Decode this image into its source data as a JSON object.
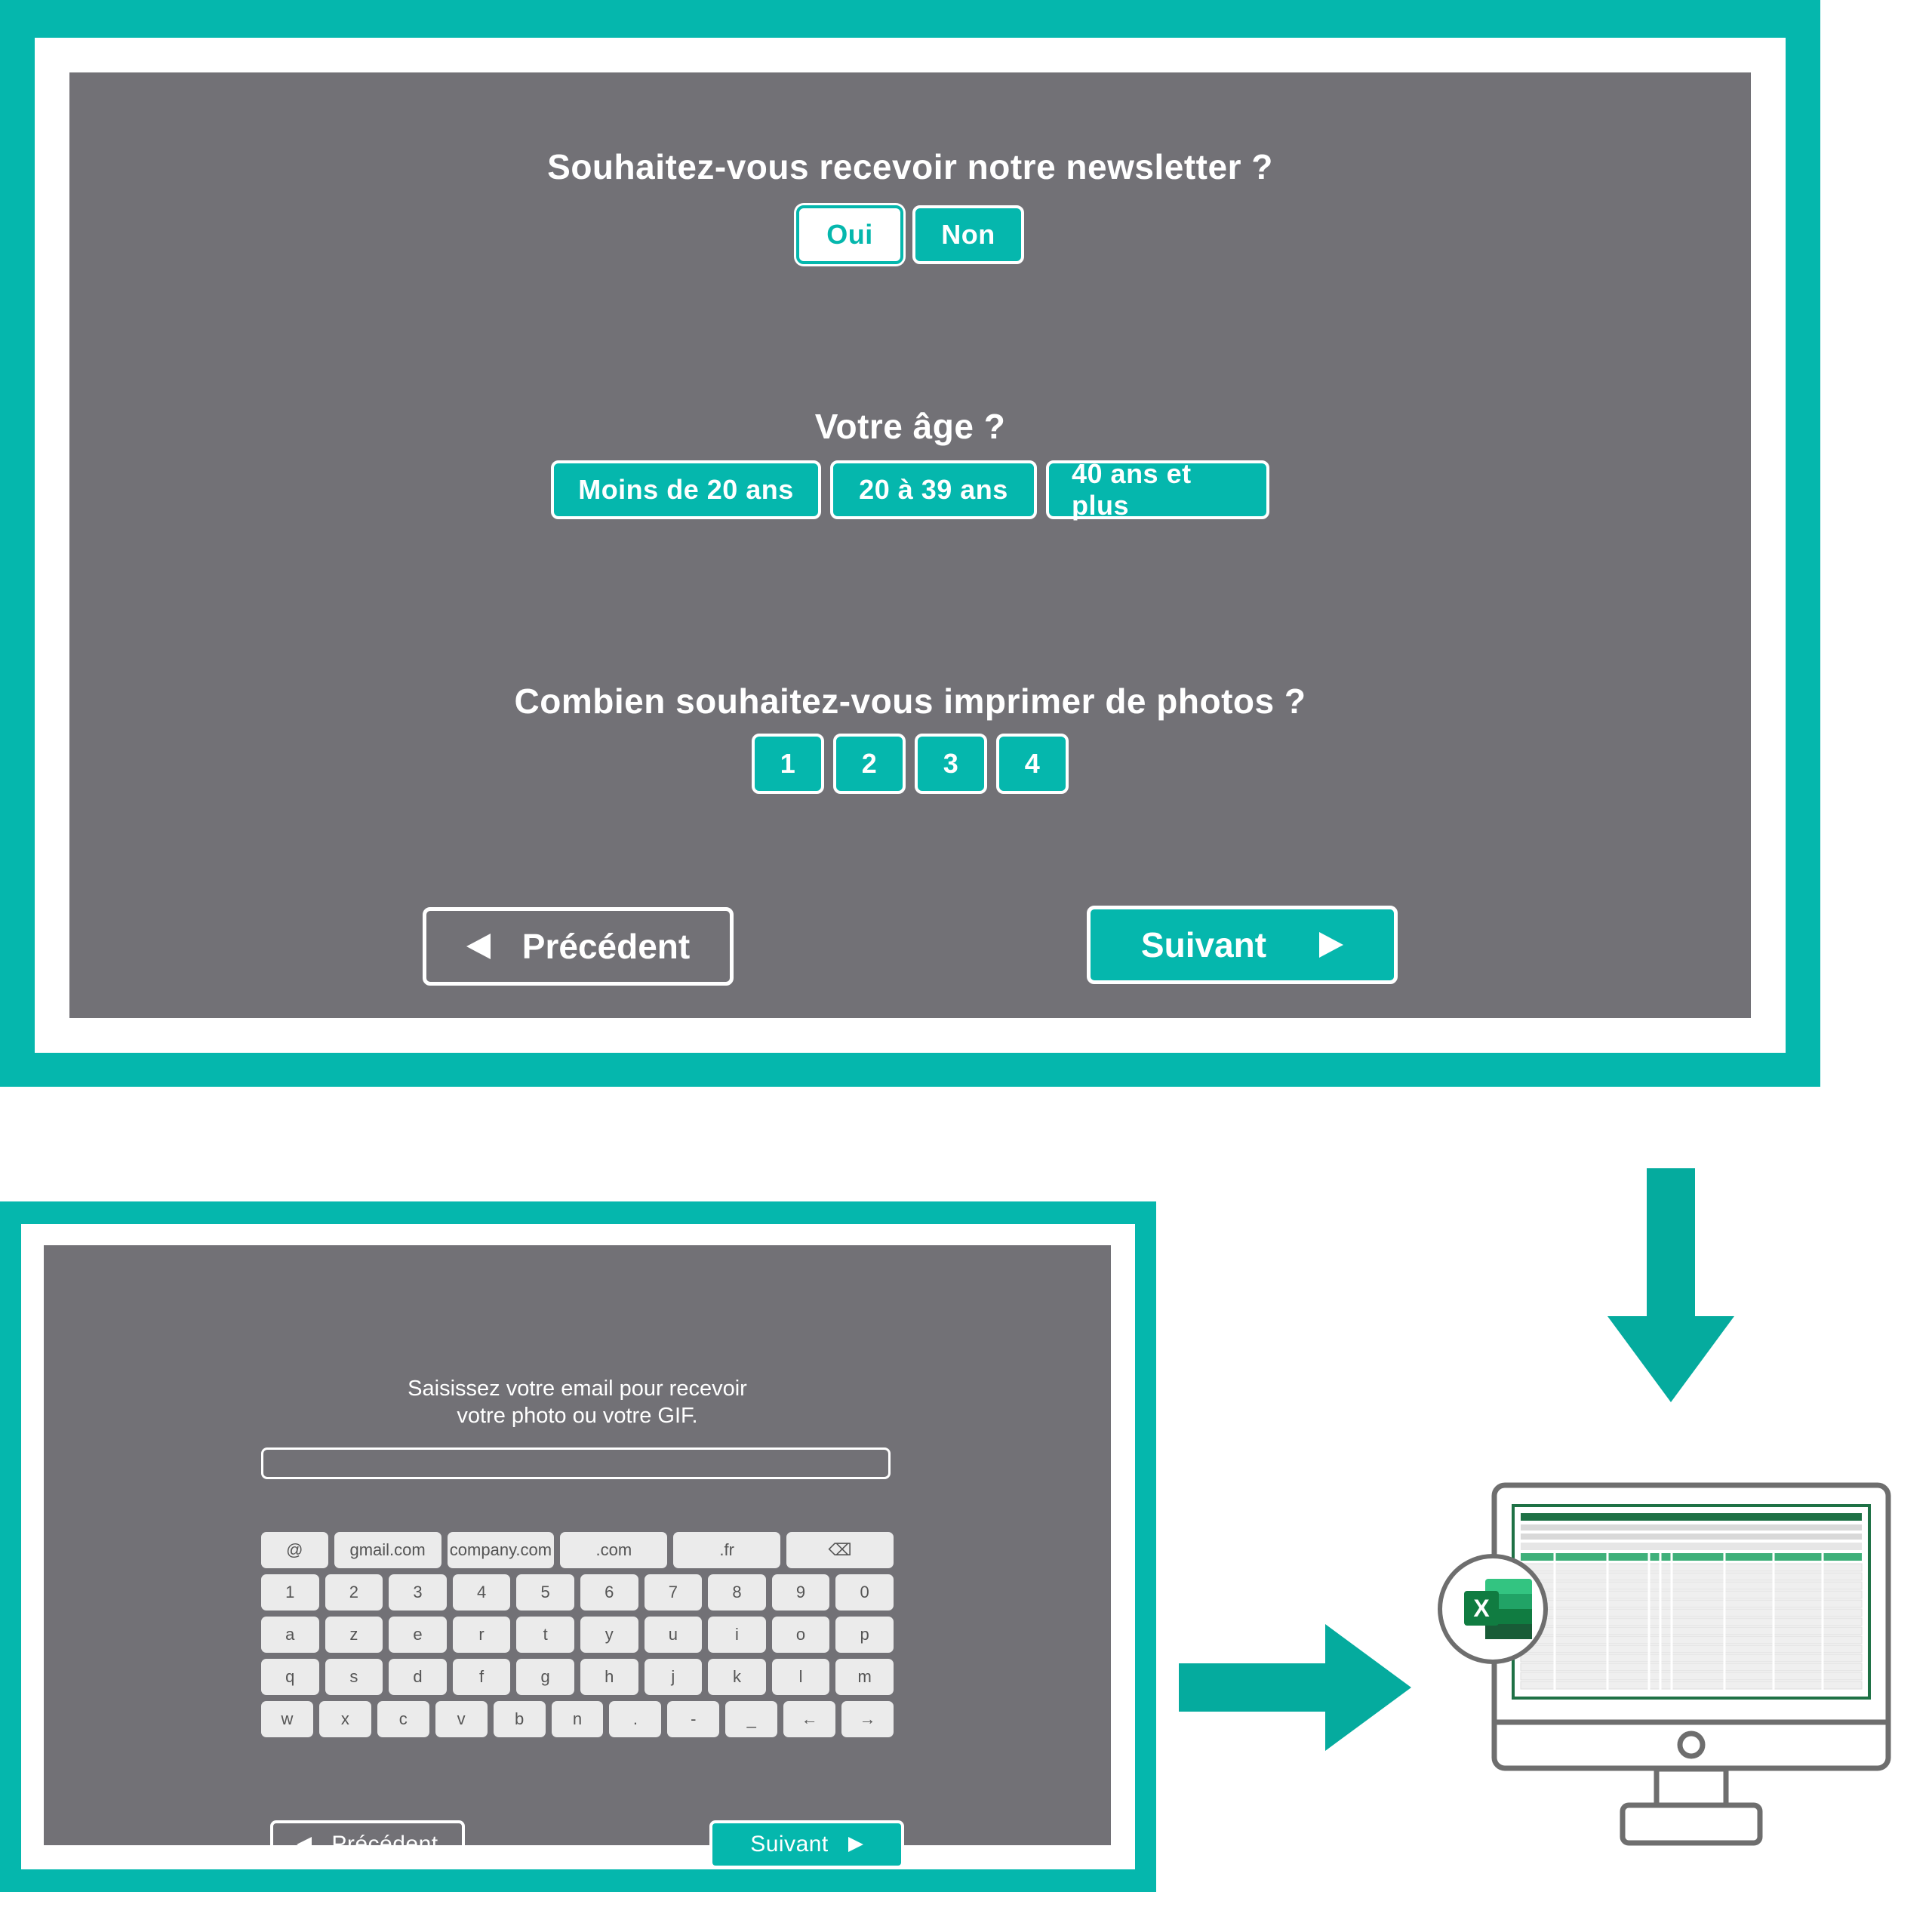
{
  "colors": {
    "accent": "#05b7ad",
    "screen": "#727176",
    "arrow": "#05ab9e",
    "excel_green": "#1e7145"
  },
  "survey": {
    "newsletter": {
      "question": "Souhaitez-vous recevoir notre newsletter ?",
      "options": [
        "Oui",
        "Non"
      ],
      "selected": "Oui"
    },
    "age": {
      "question": "Votre âge ?",
      "options": [
        "Moins de 20 ans",
        "20 à 39 ans",
        "40 ans et plus"
      ]
    },
    "photos": {
      "question": "Combien souhaitez-vous imprimer de photos ?",
      "options": [
        "1",
        "2",
        "3",
        "4"
      ]
    },
    "nav": {
      "prev": "Précédent",
      "next": "Suivant"
    }
  },
  "email_screen": {
    "label_line1": "Saisissez votre email pour recevoir",
    "label_line2": "votre photo ou votre GIF.",
    "input_value": "",
    "keyboard": {
      "row1": [
        "@",
        "gmail.com",
        "company.com",
        ".com",
        ".fr",
        "⌫"
      ],
      "row2": [
        "1",
        "2",
        "3",
        "4",
        "5",
        "6",
        "7",
        "8",
        "9",
        "0"
      ],
      "row3": [
        "a",
        "z",
        "e",
        "r",
        "t",
        "y",
        "u",
        "i",
        "o",
        "p"
      ],
      "row4": [
        "q",
        "s",
        "d",
        "f",
        "g",
        "h",
        "j",
        "k",
        "l",
        "m"
      ],
      "row5": [
        "w",
        "x",
        "c",
        "v",
        "b",
        "n",
        ".",
        "-",
        "_",
        "←",
        "→"
      ]
    },
    "nav": {
      "prev": "Précédent",
      "next": "Suivant"
    }
  },
  "export": {
    "excel_icon_letter": "X"
  }
}
